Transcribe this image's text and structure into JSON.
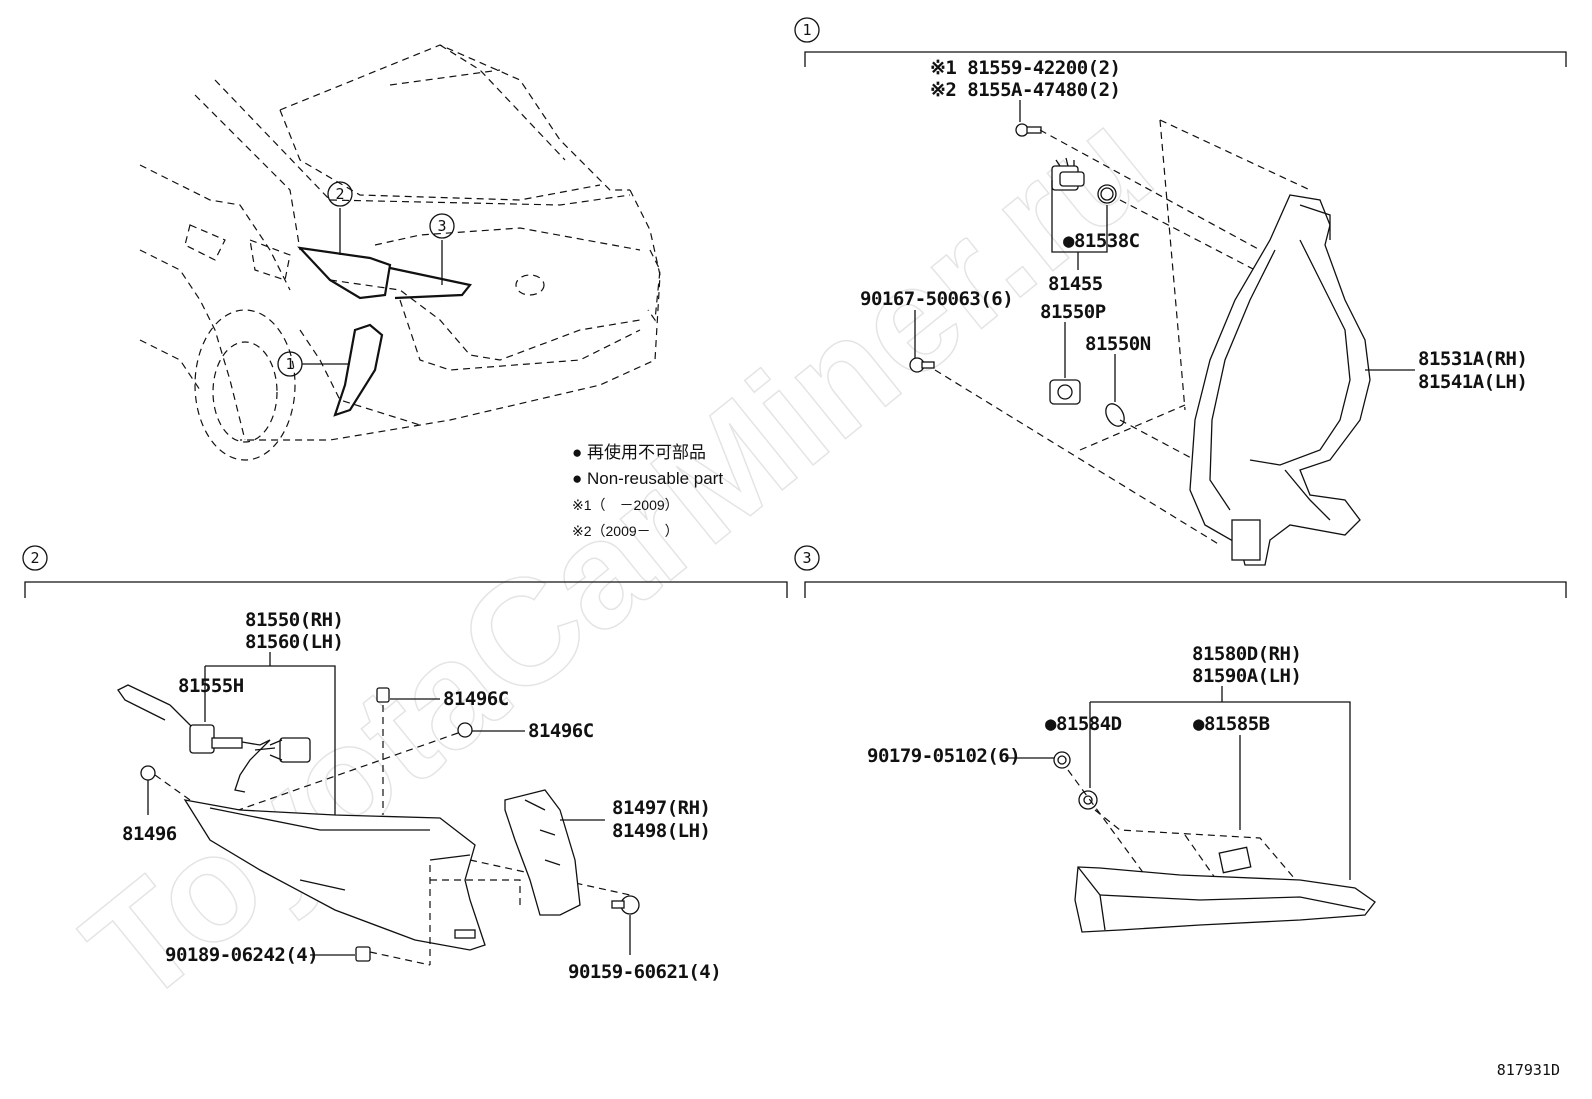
{
  "watermark": "ToyotaCarMiner.ru",
  "diagram_code": "817931D",
  "legend": {
    "line1": "● 再使用不可部品",
    "line2": "● Non-reusable part",
    "line3": "※1（　－2009）",
    "line4": "※2（2009－　）"
  },
  "sections": {
    "s1": "1",
    "s2": "2",
    "s3": "3"
  },
  "callouts": {
    "c1": "1",
    "c2": "2",
    "c3": "3"
  },
  "section1": {
    "bolt_line1": "※1 81559-42200(2)",
    "bolt_line2": "※2 8155A-47480(2)",
    "gasket": "●81538C",
    "socket": "81455",
    "screw": "90167-50063(6)",
    "bulb_p": "81550P",
    "bulb_n": "81550N",
    "lamp_rh": "81531A(RH)",
    "lamp_lh": "81541A(LH)"
  },
  "section2": {
    "lamp_rh": "81550(RH)",
    "lamp_lh": "81560(LH)",
    "socket": "81555H",
    "clip_a": "81496C",
    "clip_b": "81496C",
    "clip_c": "81496",
    "cover_rh": "81497(RH)",
    "cover_lh": "81498(LH)",
    "nut": "90189-06242(4)",
    "screw": "90159-60621(4)"
  },
  "section3": {
    "lamp_rh": "81580D(RH)",
    "lamp_lh": "81590A(LH)",
    "part_d": "●81584D",
    "part_b": "●81585B",
    "nut": "90179-05102(6)"
  }
}
